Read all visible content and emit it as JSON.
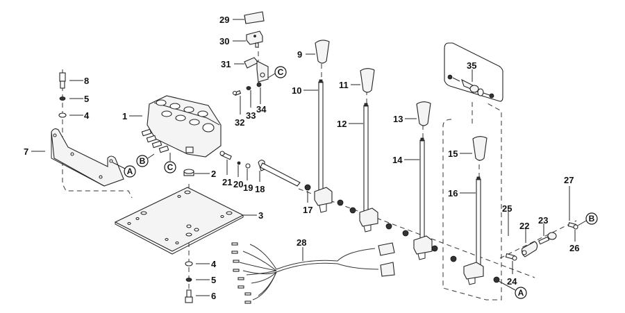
{
  "diagram": {
    "title": "Control valve and joystick lever assembly — exploded parts view",
    "callouts": {
      "p1": "1",
      "p2": "2",
      "p3": "3",
      "p4a": "4",
      "p4b": "4",
      "p5a": "5",
      "p5b": "5",
      "p6": "6",
      "p7": "7",
      "p8": "8",
      "p9": "9",
      "p10": "10",
      "p11": "11",
      "p12": "12",
      "p13": "13",
      "p14": "14",
      "p15": "15",
      "p16": "16",
      "p17": "17",
      "p18": "18",
      "p19": "19",
      "p20": "20",
      "p21": "21",
      "p22": "22",
      "p23": "23",
      "p24": "24",
      "p25": "25",
      "p26": "26",
      "p27": "27",
      "p28": "28",
      "p29": "29",
      "p30": "30",
      "p31": "31",
      "p32": "32",
      "p33": "33",
      "p34": "34",
      "p35": "35"
    },
    "reference_markers": {
      "a_bracket": "A",
      "a_lever": "A",
      "b_valve": "B",
      "b_link": "B",
      "c_valve": "C",
      "c_bracket": "C"
    },
    "parts": [
      {
        "no": "1",
        "name": "control-valve-block"
      },
      {
        "no": "2",
        "name": "rubber-mount"
      },
      {
        "no": "3",
        "name": "mounting-plate"
      },
      {
        "no": "4",
        "name": "washer"
      },
      {
        "no": "5",
        "name": "lock-washer"
      },
      {
        "no": "6",
        "name": "bolt-lower"
      },
      {
        "no": "7",
        "name": "valve-bracket"
      },
      {
        "no": "8",
        "name": "bolt-upper"
      },
      {
        "no": "9",
        "name": "lever-knob"
      },
      {
        "no": "10",
        "name": "lever-rod"
      },
      {
        "no": "11",
        "name": "lever-knob"
      },
      {
        "no": "12",
        "name": "lever-rod"
      },
      {
        "no": "13",
        "name": "lever-knob"
      },
      {
        "no": "14",
        "name": "lever-rod"
      },
      {
        "no": "15",
        "name": "lever-knob"
      },
      {
        "no": "16",
        "name": "lever-rod"
      },
      {
        "no": "17",
        "name": "bushing"
      },
      {
        "no": "18",
        "name": "pivot-shaft"
      },
      {
        "no": "19",
        "name": "washer"
      },
      {
        "no": "20",
        "name": "lock-washer"
      },
      {
        "no": "21",
        "name": "bolt"
      },
      {
        "no": "22",
        "name": "clevis"
      },
      {
        "no": "23",
        "name": "rod-end"
      },
      {
        "no": "24",
        "name": "pin"
      },
      {
        "no": "25",
        "name": "cotter-pin"
      },
      {
        "no": "26",
        "name": "pin"
      },
      {
        "no": "27",
        "name": "cotter-pin"
      },
      {
        "no": "28",
        "name": "wiring-harness"
      },
      {
        "no": "29",
        "name": "switch-cover"
      },
      {
        "no": "30",
        "name": "switch"
      },
      {
        "no": "31",
        "name": "switch-bracket"
      },
      {
        "no": "32",
        "name": "bolt"
      },
      {
        "no": "33",
        "name": "lock-washer"
      },
      {
        "no": "34",
        "name": "nut"
      },
      {
        "no": "35",
        "name": "spacer-kit"
      }
    ]
  }
}
